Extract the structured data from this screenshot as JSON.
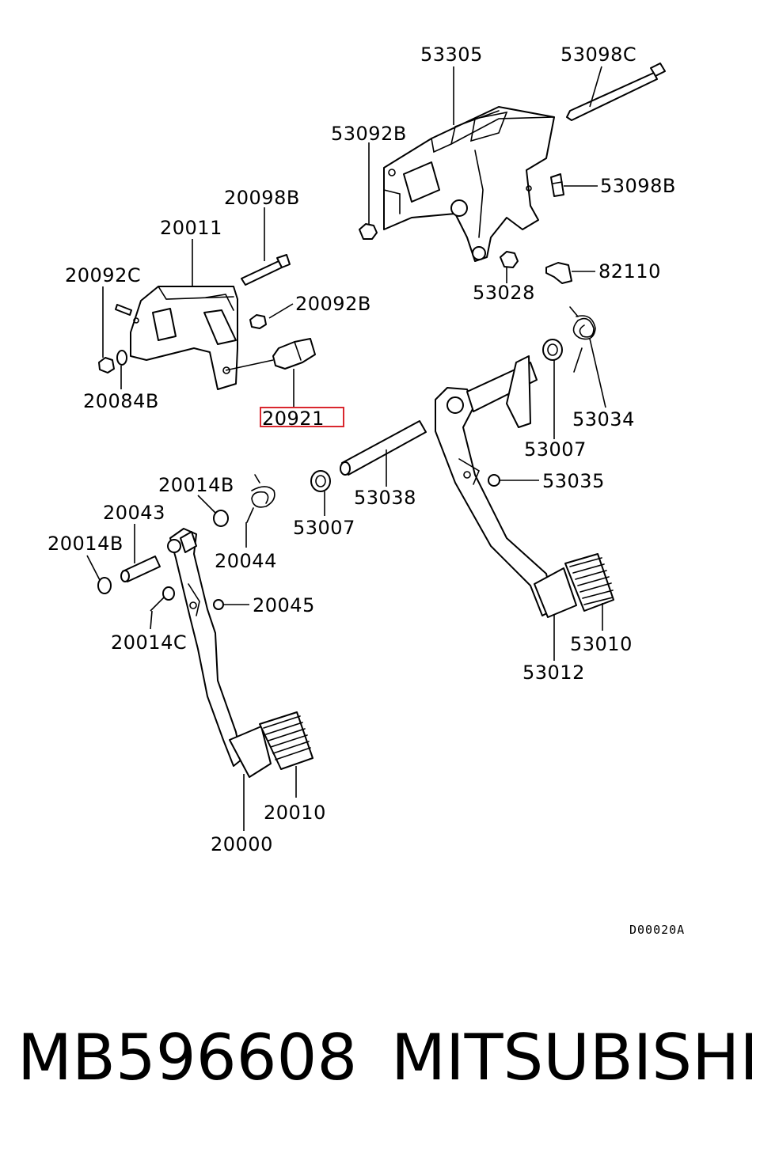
{
  "labels": {
    "p53305": "53305",
    "p53098C": "53098C",
    "p53092B": "53092B",
    "p53098B": "53098B",
    "p82110": "82110",
    "p53028": "53028",
    "p20098B": "20098B",
    "p20011": "20011",
    "p20092C": "20092C",
    "p20092B": "20092B",
    "p20084B": "20084B",
    "p20921": "20921",
    "p53034": "53034",
    "p53007a": "53007",
    "p53007b": "53007",
    "p53035": "53035",
    "p53038": "53038",
    "p20014B_top": "20014B",
    "p20043": "20043",
    "p20014B_left": "20014B",
    "p20044": "20044",
    "p20045": "20045",
    "p20014C": "20014C",
    "p53010": "53010",
    "p53012": "53012",
    "p20010": "20010",
    "p20000": "20000"
  },
  "diagram_ref": "D00020A",
  "highlight_color": "#d9272e",
  "caption": {
    "part_number": "MB596608",
    "brand": "MITSUBISHI"
  }
}
